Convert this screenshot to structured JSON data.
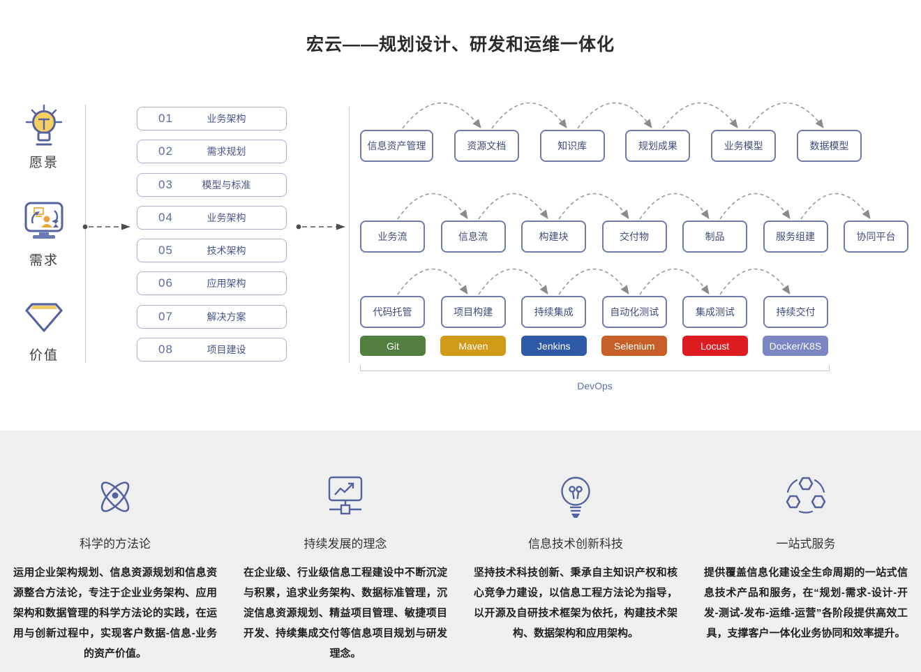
{
  "title": "宏云——规划设计、研发和运维一体化",
  "left_rail": {
    "items": [
      {
        "icon": "lightbulb-icon",
        "label": "愿景"
      },
      {
        "icon": "monitor-sync-icon",
        "label": "需求"
      },
      {
        "icon": "diamond-icon",
        "label": "价值"
      }
    ]
  },
  "steps": [
    {
      "num": "01",
      "label": "业务架构"
    },
    {
      "num": "02",
      "label": "需求规划"
    },
    {
      "num": "03",
      "label": "模型与标准"
    },
    {
      "num": "04",
      "label": "业务架构"
    },
    {
      "num": "05",
      "label": "技术架构"
    },
    {
      "num": "06",
      "label": "应用架构"
    },
    {
      "num": "07",
      "label": "解决方案"
    },
    {
      "num": "08",
      "label": "项目建设"
    }
  ],
  "flow": {
    "rows": [
      {
        "name": "assets-row",
        "boxes": [
          "信息资产管理",
          "资源文档",
          "知识库",
          "规划成果",
          "业务模型",
          "数据模型"
        ]
      },
      {
        "name": "artifacts-row",
        "boxes": [
          "业务流",
          "信息流",
          "构建块",
          "交付物",
          "制品",
          "服务组建",
          "协同平台"
        ]
      },
      {
        "name": "pipeline-row",
        "boxes": [
          "代码托管",
          "项目构建",
          "持续集成",
          "自动化测试",
          "集成测试",
          "持续交付"
        ]
      }
    ],
    "tools": [
      {
        "label": "Git",
        "color": "#527f3f"
      },
      {
        "label": "Maven",
        "color": "#d09b16"
      },
      {
        "label": "Jenkins",
        "color": "#2e5aa8"
      },
      {
        "label": "Selenium",
        "color": "#c65f28"
      },
      {
        "label": "Locust",
        "color": "#de1b21"
      },
      {
        "label": "Docker/K8S",
        "color": "#7b86c3"
      }
    ],
    "group_label": "DevOps"
  },
  "features": [
    {
      "icon": "atom-icon",
      "heading": "科学的方法论",
      "text": "运用企业架构规划、信息资源规划和信息资源整合方法论，专注于企业业务架构、应用架构和数据管理的科学方法论的实践，在运用与创新过程中，实现客户数据-信息-业务的资产价值。"
    },
    {
      "icon": "chart-monitor-icon",
      "heading": "持续发展的理念",
      "text": "在企业级、行业级信息工程建设中不断沉淀与积累，追求业务架构、数据标准管理，沉淀信息资源规划、精益项目管理、敏捷项目开发、持续集成交付等信息项目规划与研发理念。"
    },
    {
      "icon": "bulb-outline-icon",
      "heading": "信息技术创新科技",
      "text": "坚持技术科技创新、秉承自主知识产权和核心竞争力建设，以信息工程方法论为指导，以开源及自研技术框架为依托，构建技术架构、数据架构和应用架构。"
    },
    {
      "icon": "hexagon-network-icon",
      "heading": "一站式服务",
      "text": "提供覆盖信息化建设全生命周期的一站式信息技术产品和服务，在“规划-需求-设计-开发-测试-发布-运维-运营”各阶段提供高效工具，支撑客户一体化业务协同和效率提升。"
    }
  ],
  "colors": {
    "accent_blue": "#53639f",
    "flow_box_border": "#6f7cab",
    "flow_box_text": "#3d4d7d",
    "step_border": "#abb4d3",
    "step_text": "#46558c",
    "arc_gray": "#999999",
    "devops_label": "#5a71ad",
    "section_bg": "#efefef"
  }
}
